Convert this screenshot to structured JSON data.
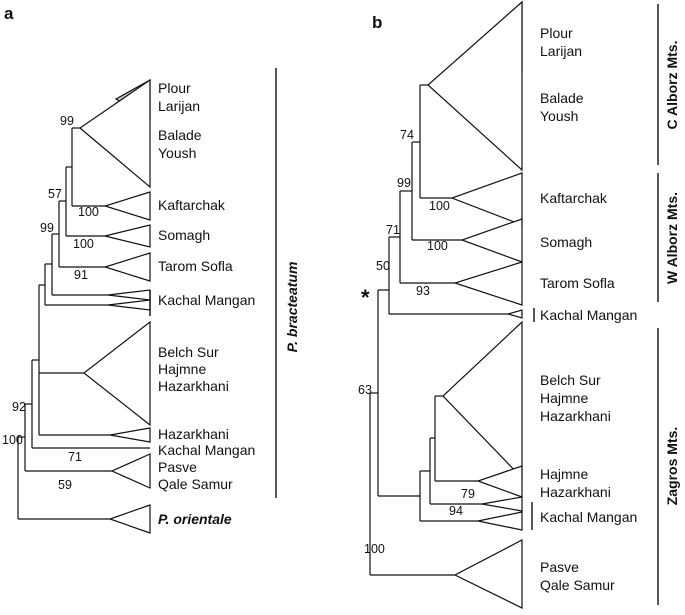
{
  "panels": {
    "a": {
      "label": "a",
      "tips": {
        "plour": "Plour",
        "larijan": "Larijan",
        "balade": "Balade",
        "yoush": "Yoush",
        "kaftarchak": "Kaftarchak",
        "somagh": "Somagh",
        "tarom": "Tarom Sofla",
        "kachal1": "Kachal Mangan",
        "belch": "Belch Sur",
        "hajmne": "Hajmne",
        "hazarkhani": "Hazarkhani",
        "hazarkhani2": "Hazarkhani",
        "kachal2": "Kachal Mangan",
        "pasve": "Pasve",
        "qale": "Qale Samur",
        "orientale": "P. orientale"
      },
      "support": {
        "s99_top": "99",
        "s57": "57",
        "s100_kaft": "100",
        "s99_mid": "99",
        "s100_som": "100",
        "s91": "91",
        "s92": "92",
        "s100_root": "100",
        "s71": "71",
        "s59": "59"
      },
      "bracket_label": "P. bracteatum"
    },
    "b": {
      "label": "b",
      "tips": {
        "plour": "Plour",
        "larijan": "Larijan",
        "balade": "Balade",
        "yoush": "Yoush",
        "kaftarchak": "Kaftarchak",
        "somagh": "Somagh",
        "tarom": "Tarom Sofla",
        "kachal1": "Kachal Mangan",
        "belch": "Belch Sur",
        "hajmne": "Hajmne",
        "hazarkhani": "Hazarkhani",
        "hajmne2": "Hajmne",
        "hazarkhani2": "Hazarkhani",
        "kachal2": "Kachal Mangan",
        "pasve": "Pasve",
        "qale": "Qale Samur"
      },
      "support": {
        "s74": "74",
        "s99": "99",
        "s100_kaft": "100",
        "s71": "71",
        "s100_som": "100",
        "s50": "50",
        "s93": "93",
        "star": "*",
        "s63": "63",
        "s79": "79",
        "s94": "94",
        "s100_root": "100"
      },
      "regions": {
        "c_alborz": "C Alborz Mts.",
        "w_alborz": "W Alborz Mts.",
        "zagros": "Zagros Mts."
      }
    }
  },
  "colors": {
    "line": "#111111",
    "collapsed_fill_highlight": "#c8c8c8"
  }
}
